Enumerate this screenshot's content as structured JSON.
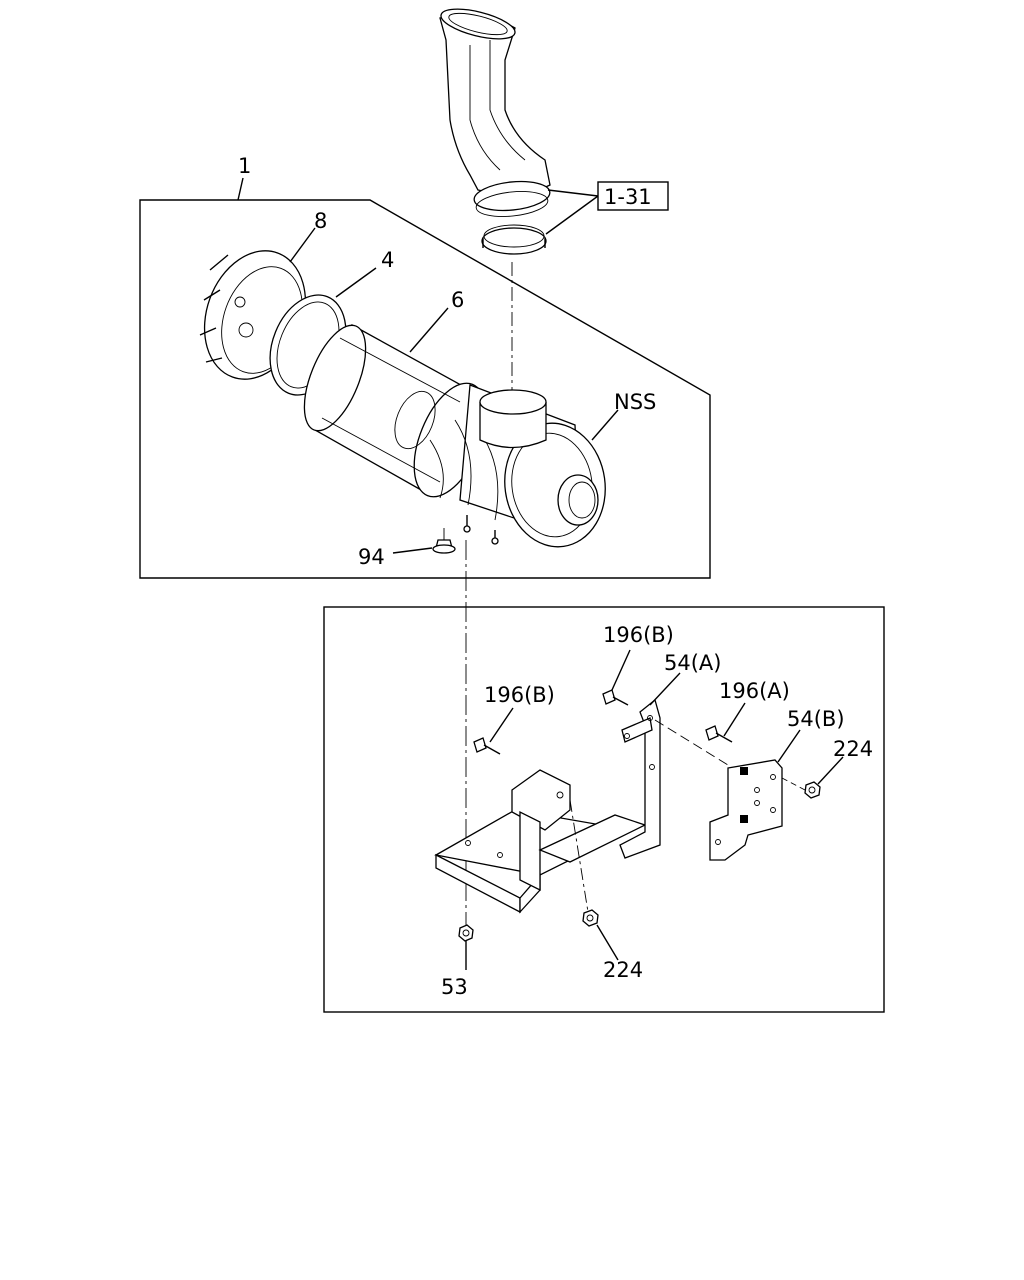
{
  "diagram": {
    "labels": {
      "assembly": "1",
      "air_duct_ref": "1-31",
      "cover": "8",
      "seal_ring": "4",
      "element": "6",
      "nss": "NSS",
      "valve": "94",
      "bolt_b_upper": "196(B)",
      "bracket_a": "54(A)",
      "bolt_b_left": "196(B)",
      "bolt_a": "196(A)",
      "bracket_b": "54(B)",
      "nut_right": "224",
      "nut_bottom": "224",
      "nut_53": "53"
    }
  }
}
